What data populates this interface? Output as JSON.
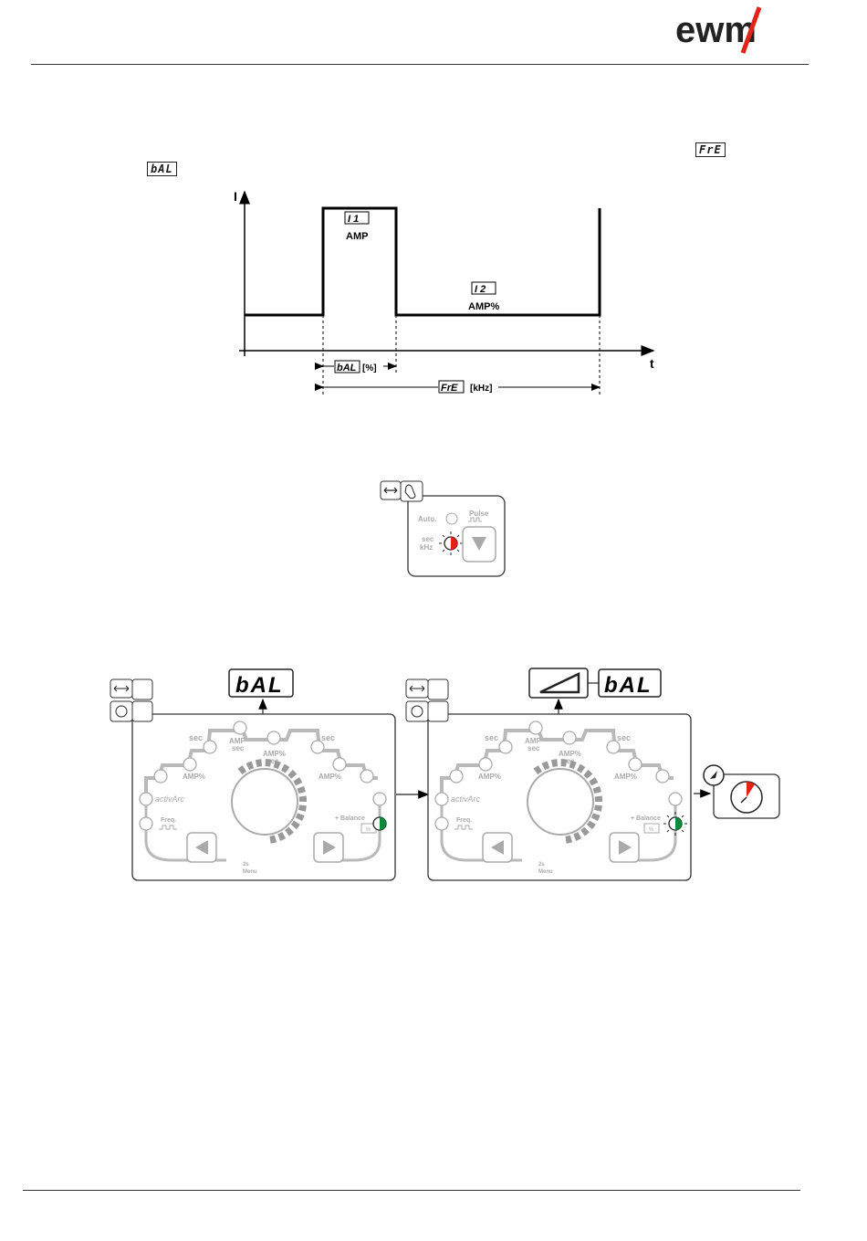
{
  "header": {
    "logo_text": "ewm",
    "inline_codes": [
      "FrE",
      "bAL"
    ]
  },
  "graph": {
    "y_axis": "I",
    "x_axis": "t",
    "pulse_display": "I 1",
    "pulse_unit": "AMP",
    "base_display": "I 2",
    "base_unit": "AMP%",
    "balance_code": "bAL",
    "balance_unit": "[%]",
    "frequency_code": "FrE",
    "frequency_unit": "[kHz]"
  },
  "small_panel": {
    "auto_label": "Auto.",
    "pulse_label": "Pulse",
    "sec_label": "sec",
    "khz_label": "kHz",
    "colors": {
      "led_red": "#e2231a"
    }
  },
  "control_panel": {
    "display_code": "bAL",
    "labels": {
      "sec_left": "sec",
      "amp_sec_1": "AMP",
      "amp_sec_2": "sec",
      "amp_pct_sec_1": "AMP%",
      "amp_pct_sec_2": "sec",
      "sec_right": "sec",
      "amp_pct_left": "AMP%",
      "amp_pct_right": "AMP%",
      "activarc": "activArc",
      "freq": "Freq.",
      "balance": "+ Balance",
      "balance_pct": "%",
      "menu_count": "2s",
      "menu": "Menu"
    },
    "colors": {
      "led_green": "#0a8a3a",
      "panel_grey": "#b9b9b9"
    }
  }
}
